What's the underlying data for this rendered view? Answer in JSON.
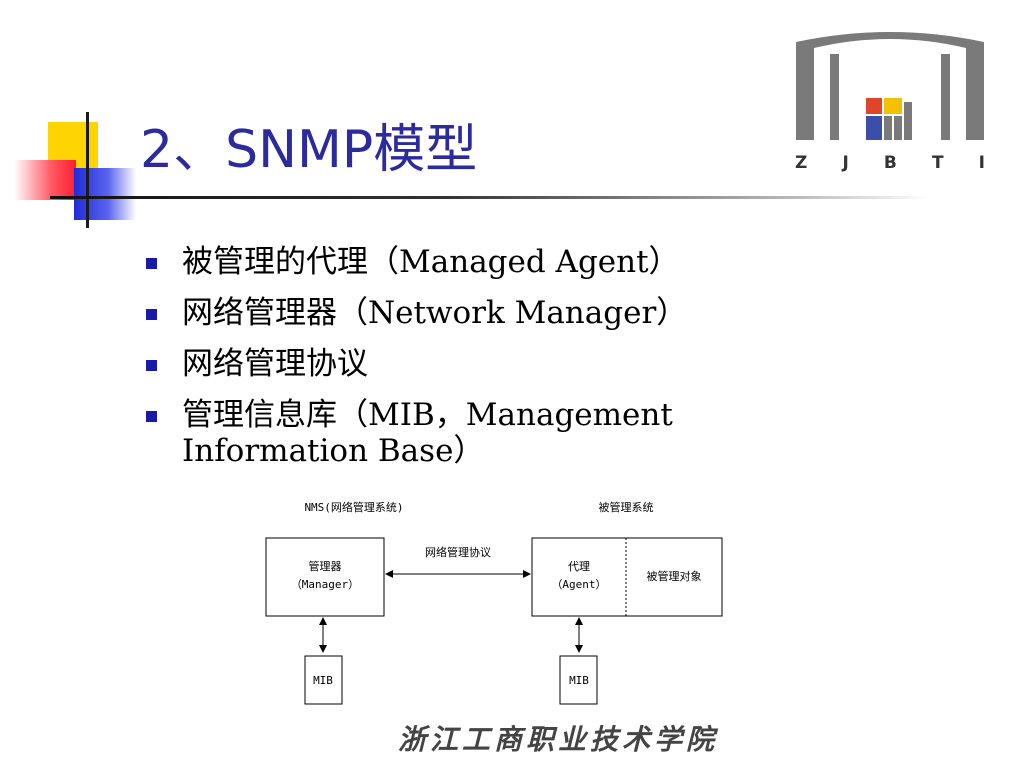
{
  "slide": {
    "title": "2、SNMP模型",
    "logo_text": "Z J B T I"
  },
  "bullets": [
    {
      "text": "被管理的代理（Managed Agent）"
    },
    {
      "text": "网络管理器（Network Manager）"
    },
    {
      "text": "网络管理协议"
    },
    {
      "text": "管理信息库（MIB，Management Information Base）"
    }
  ],
  "diagram": {
    "left_caption": "NMS(网络管理系统)",
    "right_caption": "被管理系统",
    "protocol_label": "网络管理协议",
    "manager_line1": "管理器",
    "manager_line2": "（Manager）",
    "agent_line1": "代理",
    "agent_line2": "（Agent）",
    "managed_objects": "被管理对象",
    "mib_left": "MIB",
    "mib_right": "MIB"
  },
  "footer": {
    "school_name": "浙江工商职业技术学院"
  },
  "colors": {
    "title": "#2b2b9e",
    "bullet_mark": "#1a1aa8",
    "logo_gray": "#7a7a7a",
    "logo_red": "#e0452b",
    "logo_yellow": "#f2c200",
    "logo_blue": "#3b4fa8"
  }
}
